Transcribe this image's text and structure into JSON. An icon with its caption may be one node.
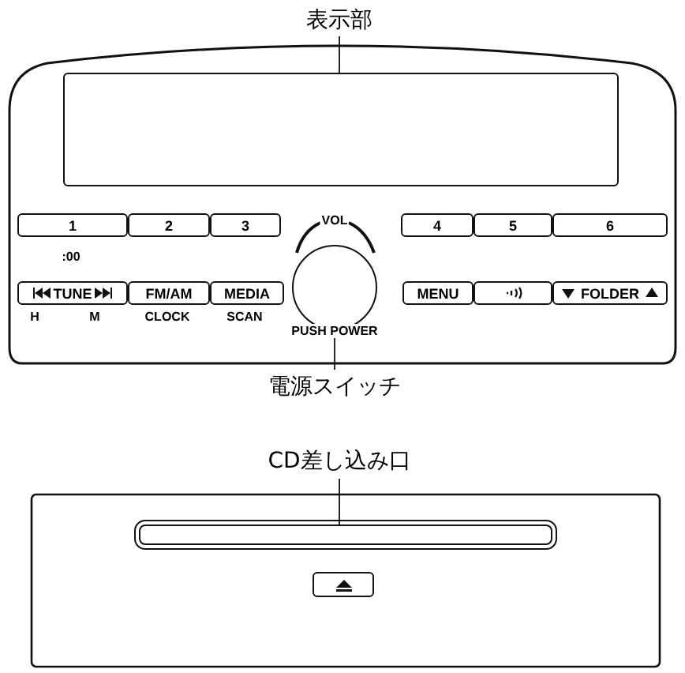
{
  "diagram": {
    "nodes": [
      {
        "text": [
          "表示部"
        ]
      },
      {
        "text": [],
        "shape": "box"
      },
      {
        "text": [
          "1"
        ],
        "beside": [
          ":00"
        ]
      },
      {
        "text": [
          "2"
        ]
      },
      {
        "text": [
          "3"
        ]
      },
      {
        "text": [],
        "shape": "circle",
        "beside": [
          "VOL",
          "PUSH POWER"
        ]
      },
      {
        "text": [
          "4"
        ]
      },
      {
        "text": [
          "5"
        ]
      },
      {
        "text": [
          "6"
        ]
      },
      {
        "text": [
          "TUNE"
        ],
        "beside": [
          "H",
          "M"
        ]
      },
      {
        "text": [
          "FM/AM"
        ],
        "beside": [
          "CLOCK"
        ]
      },
      {
        "text": [
          "MEDIA"
        ],
        "beside": [
          "SCAN"
        ]
      },
      {
        "text": [
          "MENU"
        ]
      },
      {
        "text": [],
        "shape": "box"
      },
      {
        "text": [
          "FOLDER"
        ]
      },
      {
        "text": [
          "電源スイッチ"
        ]
      },
      {
        "text": [
          "CD差し込み口"
        ]
      },
      {
        "text": [],
        "shape": "box"
      },
      {
        "text": [],
        "shape": "box"
      }
    ],
    "edges": [
      {
        "from": 0,
        "to": 1,
        "arrow": "none"
      },
      {
        "from": 15,
        "to": 5,
        "arrow": "none"
      },
      {
        "from": 16,
        "to": 17,
        "arrow": "none"
      }
    ]
  }
}
